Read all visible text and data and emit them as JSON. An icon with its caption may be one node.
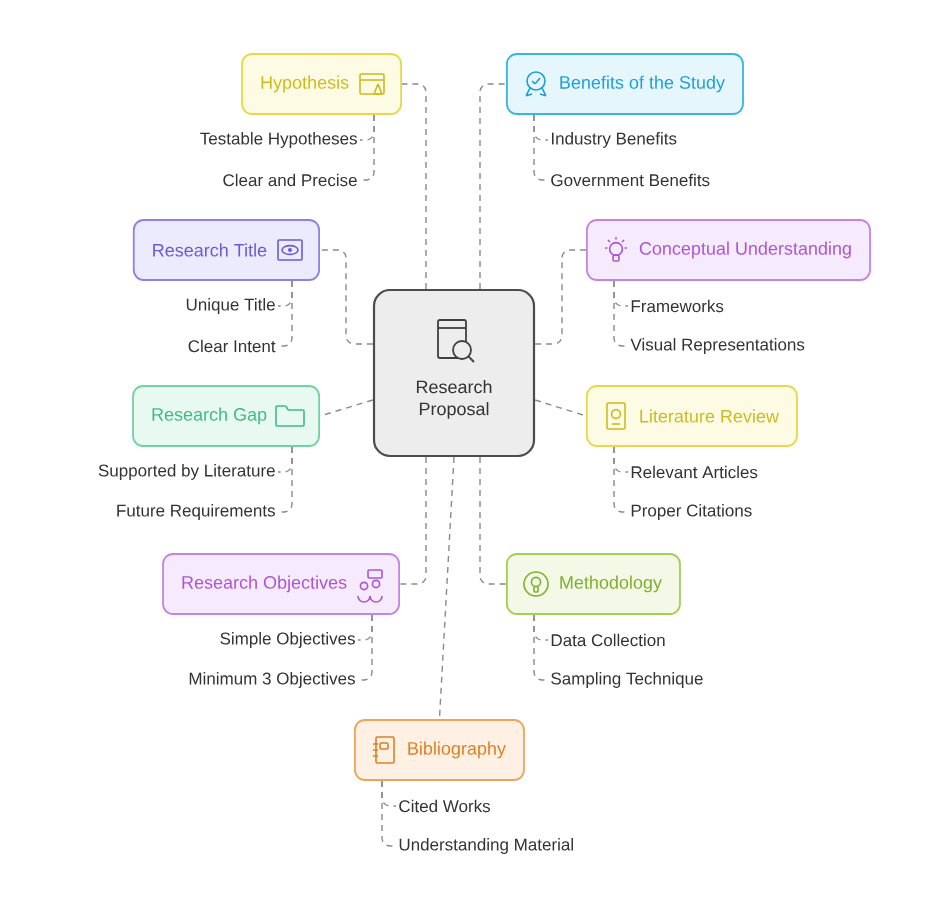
{
  "diagram": {
    "nodes": [
      {
        "text": [
          "Research Proposal"
        ]
      },
      {
        "text": [
          "Hypothesis"
        ]
      },
      {
        "text": [
          "Testable Hypotheses"
        ]
      },
      {
        "text": [
          "Clear and Precise"
        ]
      },
      {
        "text": [
          "Benefits of the Study"
        ]
      },
      {
        "text": [
          "Industry Benefits"
        ]
      },
      {
        "text": [
          "Government Benefits"
        ]
      },
      {
        "text": [
          "Research Title"
        ]
      },
      {
        "text": [
          "Unique Title"
        ]
      },
      {
        "text": [
          "Clear Intent"
        ]
      },
      {
        "text": [
          "Conceptual Understanding"
        ]
      },
      {
        "text": [
          "Frameworks"
        ]
      },
      {
        "text": [
          "Visual Representations"
        ]
      },
      {
        "text": [
          "Research Gap"
        ]
      },
      {
        "text": [
          "Supported by Literature"
        ]
      },
      {
        "text": [
          "Future Requirements"
        ]
      },
      {
        "text": [
          "Literature Review"
        ]
      },
      {
        "text": [
          "Relevant Articles"
        ]
      },
      {
        "text": [
          "Proper Citations"
        ]
      },
      {
        "text": [
          "Research Objectives"
        ]
      },
      {
        "text": [
          "Simple Objectives"
        ]
      },
      {
        "text": [
          "Minimum 3 Objectives"
        ]
      },
      {
        "text": [
          "Methodology"
        ]
      },
      {
        "text": [
          "Data Collection"
        ]
      },
      {
        "text": [
          "Sampling Technique"
        ]
      },
      {
        "text": [
          "Bibliography"
        ]
      },
      {
        "text": [
          "Cited Works"
        ]
      },
      {
        "text": [
          "Understanding Material"
        ]
      }
    ],
    "edges": [
      {
        "from": 0,
        "to": 1,
        "arrow": "none",
        "style": "dashed"
      },
      {
        "from": 1,
        "to": 2,
        "arrow": "none",
        "style": "dashed"
      },
      {
        "from": 1,
        "to": 3,
        "arrow": "none",
        "style": "dashed"
      },
      {
        "from": 0,
        "to": 4,
        "arrow": "none",
        "style": "dashed"
      },
      {
        "from": 4,
        "to": 5,
        "arrow": "none",
        "style": "dashed"
      },
      {
        "from": 4,
        "to": 6,
        "arrow": "none",
        "style": "dashed"
      },
      {
        "from": 0,
        "to": 7,
        "arrow": "none",
        "style": "dashed"
      },
      {
        "from": 7,
        "to": 8,
        "arrow": "none",
        "style": "dashed"
      },
      {
        "from": 7,
        "to": 9,
        "arrow": "none",
        "style": "dashed"
      },
      {
        "from": 0,
        "to": 10,
        "arrow": "none",
        "style": "dashed"
      },
      {
        "from": 10,
        "to": 11,
        "arrow": "none",
        "style": "dashed"
      },
      {
        "from": 10,
        "to": 12,
        "arrow": "none",
        "style": "dashed"
      },
      {
        "from": 0,
        "to": 13,
        "arrow": "none",
        "style": "dashed"
      },
      {
        "from": 13,
        "to": 14,
        "arrow": "none",
        "style": "dashed"
      },
      {
        "from": 13,
        "to": 15,
        "arrow": "none",
        "style": "dashed"
      },
      {
        "from": 0,
        "to": 16,
        "arrow": "none",
        "style": "dashed"
      },
      {
        "from": 16,
        "to": 17,
        "arrow": "none",
        "style": "dashed"
      },
      {
        "from": 16,
        "to": 18,
        "arrow": "none",
        "style": "dashed"
      },
      {
        "from": 0,
        "to": 19,
        "arrow": "none",
        "style": "dashed"
      },
      {
        "from": 19,
        "to": 20,
        "arrow": "none",
        "style": "dashed"
      },
      {
        "from": 19,
        "to": 21,
        "arrow": "none",
        "style": "dashed"
      },
      {
        "from": 0,
        "to": 22,
        "arrow": "none",
        "style": "dashed"
      },
      {
        "from": 22,
        "to": 23,
        "arrow": "none",
        "style": "dashed"
      },
      {
        "from": 22,
        "to": 24,
        "arrow": "none",
        "style": "dashed"
      },
      {
        "from": 0,
        "to": 25,
        "arrow": "none",
        "style": "dashed"
      },
      {
        "from": 25,
        "to": 26,
        "arrow": "none",
        "style": "dashed"
      },
      {
        "from": 25,
        "to": 27,
        "arrow": "none",
        "style": "dashed"
      }
    ]
  }
}
